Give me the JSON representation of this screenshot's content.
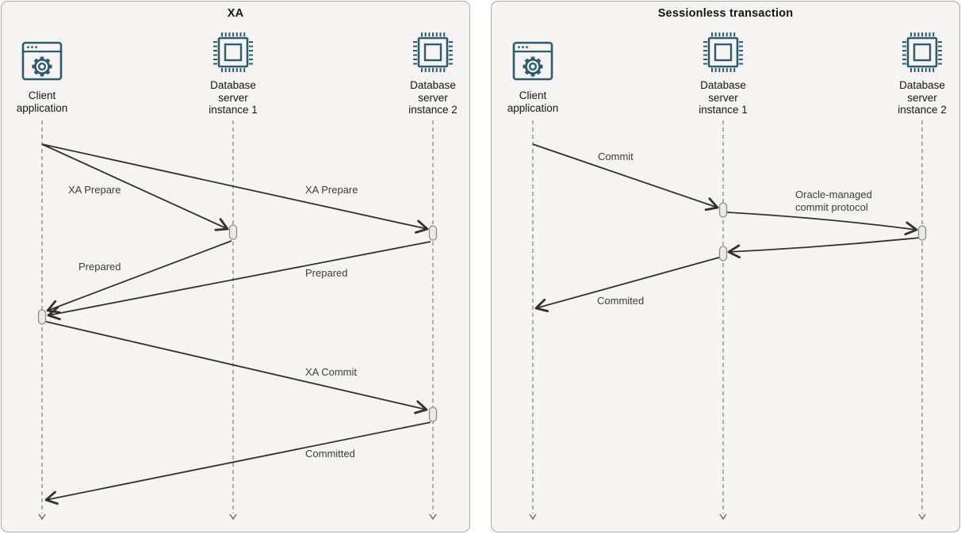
{
  "colors": {
    "accent_teal": "#2E5B6C",
    "panel_bg": "#F5F4F2",
    "panel_border": "#ACAAA5",
    "arrow": "#33302C",
    "lifeline": "#908E8A",
    "heading_text": "#161513",
    "label_text": "#3E3B37"
  },
  "icons": {
    "client": "app-window-gear-icon",
    "server": "cpu-chip-icon"
  },
  "panels": [
    {
      "title": "XA",
      "actors": [
        {
          "lines": [
            "Client",
            "application"
          ]
        },
        {
          "lines": [
            "Database",
            "server",
            "instance 1"
          ]
        },
        {
          "lines": [
            "Database",
            "server",
            "instance 2"
          ]
        }
      ],
      "messages": [
        {
          "label": "XA Prepare",
          "from": "Client application",
          "to": "Database server instance 1"
        },
        {
          "label": "XA Prepare",
          "from": "Client application",
          "to": "Database server instance 2"
        },
        {
          "label": "Prepared",
          "from": "Database server instance 1",
          "to": "Client application"
        },
        {
          "label": "Prepared",
          "from": "Database server instance 2",
          "to": "Client application"
        },
        {
          "label": "XA Commit",
          "from": "Client application",
          "to": "Database server instance 2"
        },
        {
          "label": "Committed",
          "from": "Database server instance 2",
          "to": "Client application"
        }
      ]
    },
    {
      "title": "Sessionless transaction",
      "actors": [
        {
          "lines": [
            "Client",
            "application"
          ]
        },
        {
          "lines": [
            "Database",
            "server",
            "instance 1"
          ]
        },
        {
          "lines": [
            "Database",
            "server",
            "instance 2"
          ]
        }
      ],
      "messages": [
        {
          "label": "Commit",
          "from": "Client application",
          "to": "Database server instance 1"
        },
        {
          "lines": [
            "Oracle-managed",
            "commit protocol"
          ],
          "from": "Database server instance 1",
          "to": "Database server instance 2"
        },
        {
          "label": "Commited",
          "from": "Database server instance 1",
          "to": "Client application"
        }
      ]
    }
  ]
}
